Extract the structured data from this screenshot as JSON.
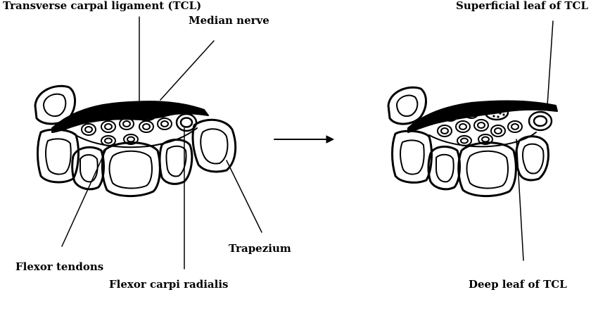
{
  "labels": {
    "tcl": "Transverse carpal ligament (TCL)",
    "median_nerve": "Median nerve",
    "flexor_tendons": "Flexor tendons",
    "flexor_carpi_radialis": "Flexor carpi radialis",
    "trapezium": "Trapezium",
    "superficial_leaf": "Superficial leaf of TCL",
    "deep_leaf": "Deep leaf of TCL"
  },
  "colors": {
    "ink": "#000000",
    "background": "#ffffff"
  }
}
